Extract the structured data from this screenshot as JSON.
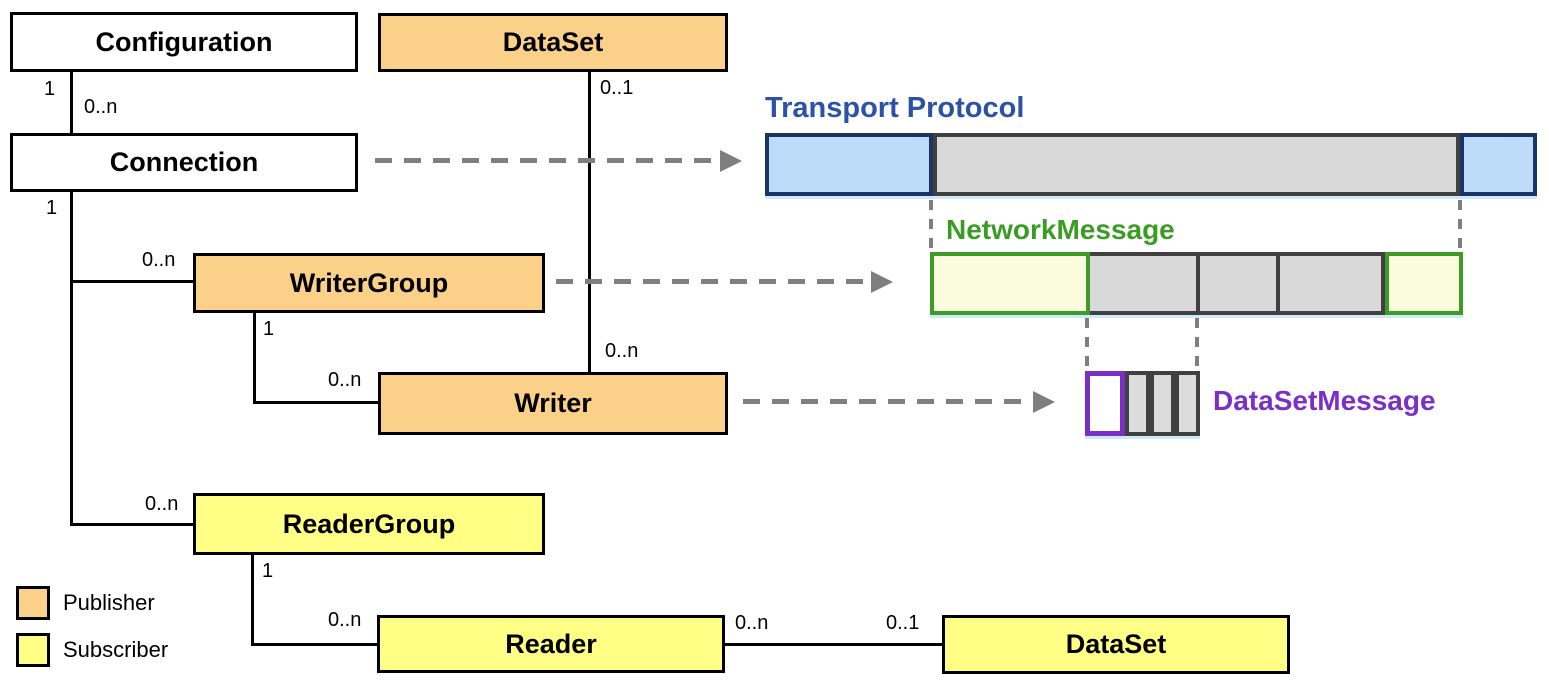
{
  "boxes": {
    "configuration": "Configuration",
    "dataset_top": "DataSet",
    "connection": "Connection",
    "writer_group": "WriterGroup",
    "writer": "Writer",
    "reader_group": "ReaderGroup",
    "reader": "Reader",
    "dataset_bottom": "DataSet"
  },
  "multiplicities": {
    "configuration_connection_src": "1",
    "configuration_connection_dst": "0..n",
    "connection_src": "1",
    "connection_writergroup_dst": "0..n",
    "writergroup_src": "1",
    "writergroup_writer_dst": "0..n",
    "dataset_writer_src": "0..1",
    "dataset_writer_dst": "0..n",
    "connection_readergroup_dst": "0..n",
    "readergroup_src": "1",
    "readergroup_reader_dst": "0..n",
    "reader_dataset_src": "0..n",
    "reader_dataset_dst": "0..1"
  },
  "message_structures": {
    "transport_protocol_label": "Transport Protocol",
    "network_message_label": "NetworkMessage",
    "dataset_message_label": "DataSetMessage"
  },
  "legend": {
    "publisher_label": "Publisher",
    "subscriber_label": "Subscriber"
  },
  "colors": {
    "publisher-fill": "#fbd18a",
    "subscriber-fill": "#ffff85",
    "transport-fill": "#bddcfa",
    "transport-border": "#1b3467",
    "transport-label": "#2b52a5",
    "network-fill": "#fbfbde",
    "network-border": "#3f9b28",
    "network-label": "#3a9d23",
    "datasetmsg-border": "#7a30c4",
    "datasetmsg-label": "#7b2fc8",
    "payload-fill": "#d9d9d9",
    "payload-border": "#404040",
    "arrow-gray": "#7f7f7f"
  }
}
